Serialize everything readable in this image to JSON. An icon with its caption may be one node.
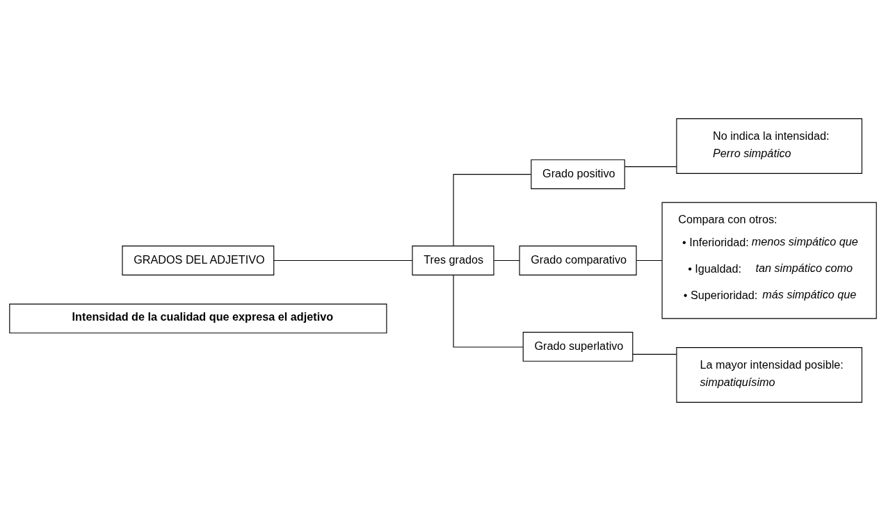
{
  "diagram": {
    "nodes": [
      {
        "text": [
          "Intensidad de la cualidad que expresa el adjetivo"
        ]
      },
      {
        "text": [
          "GRADOS DEL ADJETIVO"
        ]
      },
      {
        "text": [
          "Tres grados"
        ]
      },
      {
        "text": [
          "Grado positivo"
        ]
      },
      {
        "text": [
          "Grado comparativo"
        ]
      },
      {
        "text": [
          "Grado superlativo"
        ]
      },
      {
        "text": [
          "No indica la intensidad:",
          "Perro simpático"
        ]
      },
      {
        "text": [
          "Compara con otros:",
          "• Inferioridad: *menos simpático que*",
          "• Igualdad: *tan simpático como*",
          "• Superioridad: *más simpático que*"
        ]
      },
      {
        "text": [
          "La mayor intensidad posible:",
          "simpatiquísimo"
        ]
      }
    ],
    "edges": [
      {
        "from": 1,
        "to": 2,
        "arrow": "none"
      },
      {
        "from": 2,
        "to": 3,
        "arrow": "none"
      },
      {
        "from": 2,
        "to": 4,
        "arrow": "none"
      },
      {
        "from": 2,
        "to": 5,
        "arrow": "none"
      },
      {
        "from": 3,
        "to": 6,
        "arrow": "none"
      },
      {
        "from": 4,
        "to": 7,
        "arrow": "none"
      },
      {
        "from": 5,
        "to": 8,
        "arrow": "none"
      }
    ]
  }
}
